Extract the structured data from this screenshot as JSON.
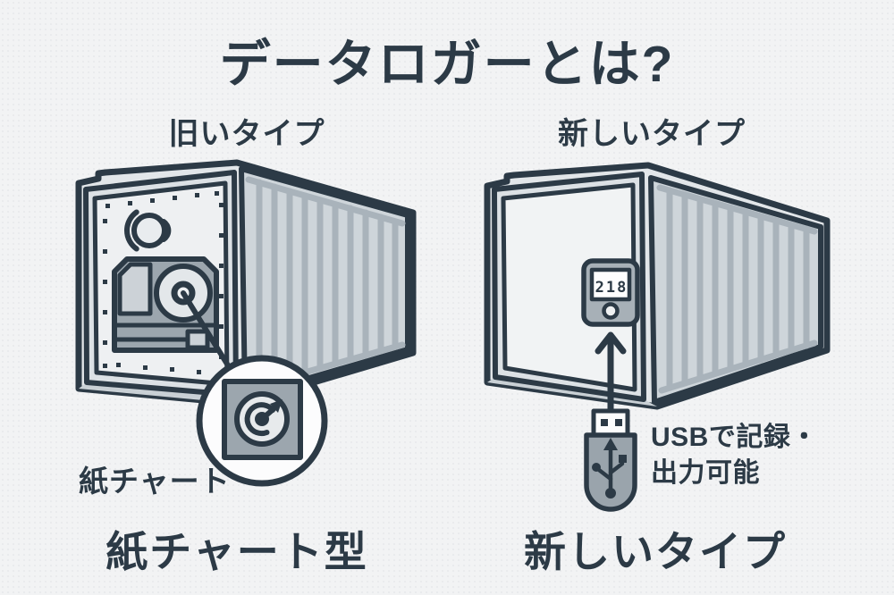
{
  "title": "データロガーとは?",
  "left_column": {
    "type_label": "旧いタイプ",
    "callout_label": "紙チャート",
    "bottom_label": "紙チャート型"
  },
  "right_column": {
    "type_label": "新しいタイプ",
    "display_value": "218",
    "usb_note_line1": "USBで記録・",
    "usb_note_line2": "出力可能",
    "bottom_label": "新しいタイプ"
  },
  "icons": {
    "vent": "vent-circle-icon",
    "paper_chart_recorder": "paper-chart-recorder-icon",
    "paper_chart_dial": "paper-chart-dial-icon",
    "digital_display": "digital-display-icon",
    "up_arrow": "up-arrow-icon",
    "usb_drive": "usb-drive-icon",
    "usb_trident": "usb-trident-icon"
  },
  "colors": {
    "ink": "#2c3a46",
    "background": "#f2f3f4",
    "panel": "#eef0f2",
    "frame": "#dce1e5",
    "top_face": "#e2e6e9",
    "side": "#ced5da",
    "rib": "#a9b3bb",
    "unit_gray": "#9ca6ae",
    "device_gray": "#a7b0b7",
    "disc": "#e3e7ea",
    "skirt": "#c9d0d5",
    "white": "#fcfcfd"
  }
}
